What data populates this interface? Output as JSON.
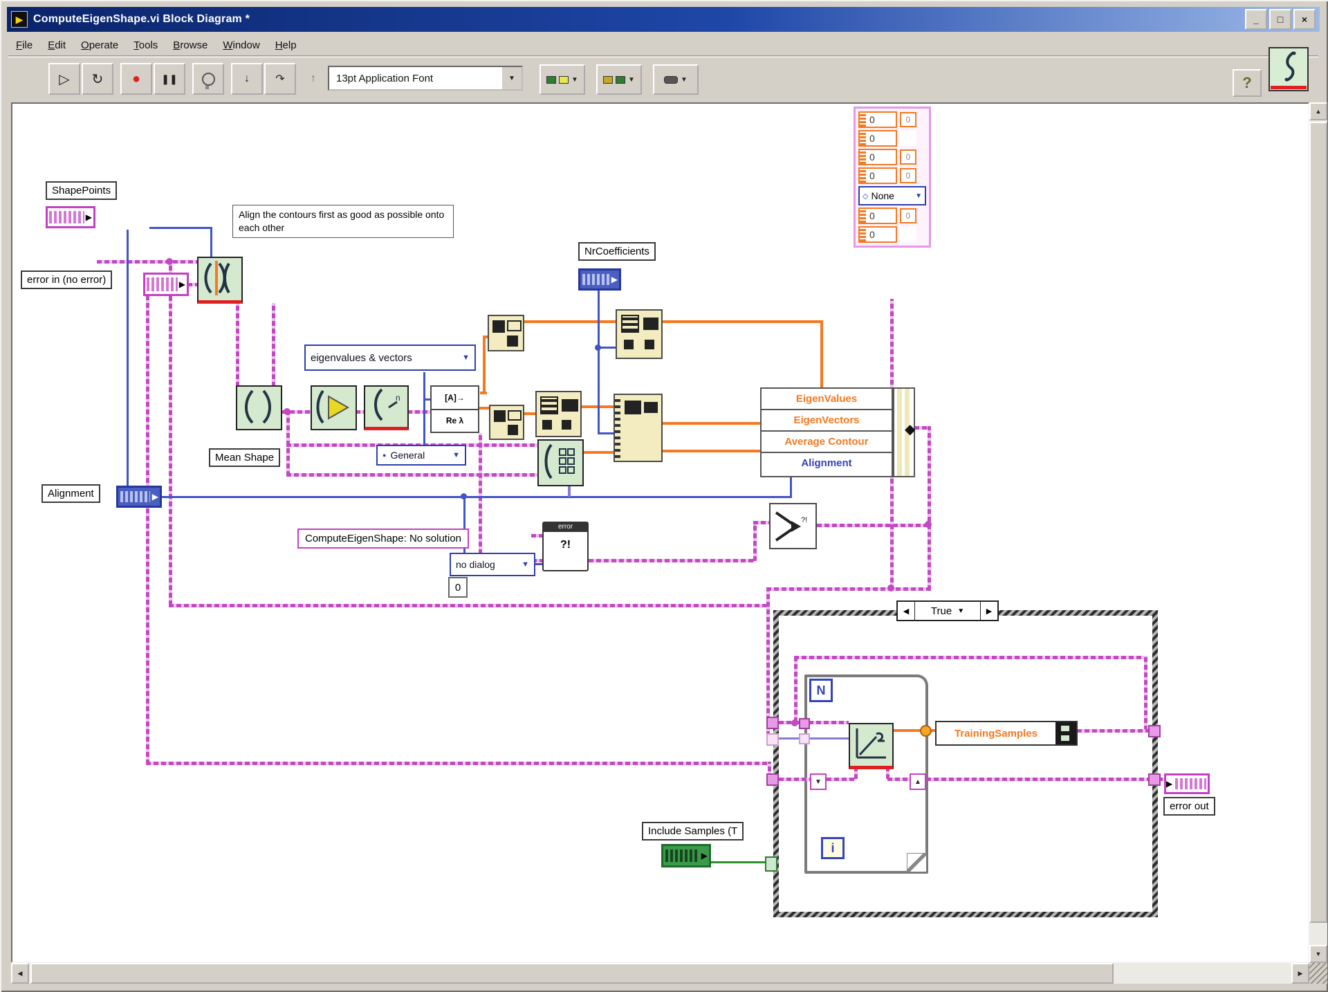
{
  "window": {
    "title": "ComputeEigenShape.vi Block Diagram *",
    "menu": [
      "File",
      "Edit",
      "Operate",
      "Tools",
      "Browse",
      "Window",
      "Help"
    ],
    "toolbar": {
      "font_selector": "13pt Application Font"
    }
  },
  "icons": {
    "run": "▷",
    "run_continuous": "↻",
    "abort": "●",
    "pause": "❚❚",
    "step_into": "↓",
    "step_over": "↷",
    "step_out": "↑",
    "dropdown": "▼",
    "minimize": "_",
    "maximize": "□",
    "close": "×",
    "help": "?",
    "left": "◀",
    "right": "▶",
    "up": "▲",
    "down": "▼",
    "ring_prefix": "◇",
    "ring_dot": "●",
    "diamond": "◆",
    "terminal_arrow": "▶",
    "sr_down": "▼",
    "sr_up": "▲"
  },
  "diagram": {
    "comment_text": "Align the contours first as good as possible onto each other",
    "labels": {
      "shape_points": "ShapePoints",
      "error_in": "error in (no error)",
      "mean_shape": "Mean Shape",
      "nr_coefficients": "NrCoefficients",
      "alignment": "Alignment",
      "include_samples": "Include Samples (T",
      "error_out": "error out"
    },
    "string_constant": "ComputeEigenShape: No solution",
    "numeric_constant": "0",
    "rings": {
      "eigen_mode": "eigenvalues & vectors",
      "matrix_type": "General",
      "dialog_mode": "no dialog"
    },
    "bundle": {
      "fields": [
        "EigenValues",
        "EigenVectors",
        "Average Contour",
        "Alignment"
      ]
    },
    "cluster": {
      "ring_value": "None",
      "rows": [
        {
          "main": "0",
          "sub": "0"
        },
        {
          "main": "0",
          "sub": ""
        },
        {
          "main": "0",
          "sub": "0"
        },
        {
          "main": "0",
          "sub": "0"
        },
        {
          "main": "0",
          "sub": "0"
        },
        {
          "main": "0",
          "sub": ""
        }
      ]
    },
    "case_structure": {
      "selector": "True"
    },
    "for_loop": {
      "count_label": "N",
      "iteration_label": "i"
    },
    "training_samples": "TrainingSamples",
    "eigen_node": {
      "top": "[A]→",
      "bottom": "Re λ"
    },
    "error_node": {
      "title": "error",
      "bubble": "?!"
    }
  },
  "colors": {
    "titlebar": "#0a246a",
    "chrome": "#d4d0c8",
    "wire_error": "#c348c3",
    "wire_numeric": "#f57920",
    "wire_int": "#4054c8",
    "wire_bool": "#2f8f2f",
    "node_green": "#d5e9cf",
    "node_yellow": "#f2ecc0",
    "text_orange": "#f57920",
    "text_blue": "#3344bb"
  }
}
